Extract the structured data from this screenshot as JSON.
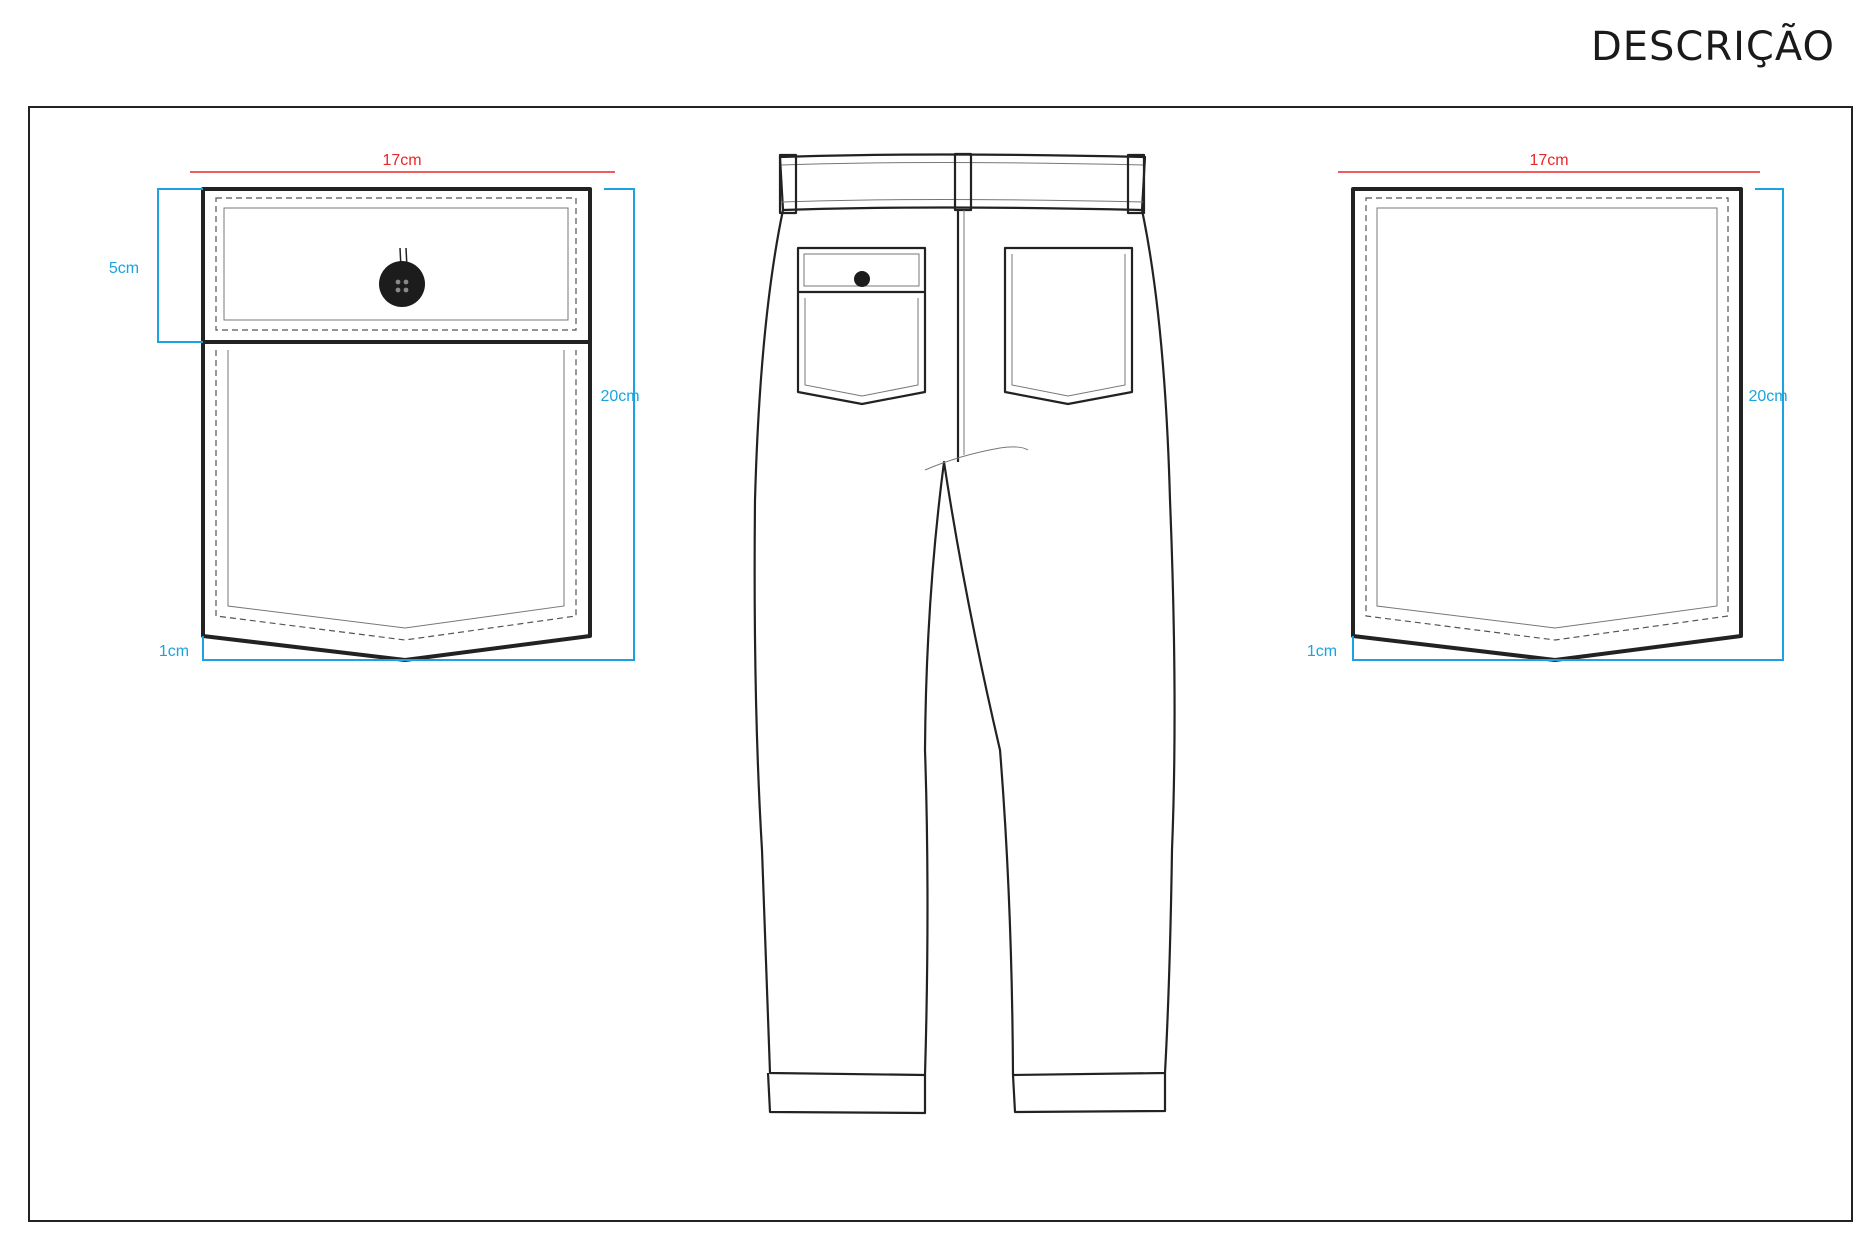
{
  "header": {
    "title": "DESCRIÇÃO"
  },
  "colors": {
    "width_dimension": "#e8262b",
    "height_dimension": "#1aa3e0",
    "outline": "#222222"
  },
  "left_pocket": {
    "width_label": "17cm",
    "flap_label": "5cm",
    "height_label": "20cm",
    "point_label": "1cm",
    "has_flap": true,
    "has_button": true
  },
  "right_pocket": {
    "width_label": "17cm",
    "height_label": "20cm",
    "point_label": "1cm",
    "has_flap": false,
    "has_button": false
  },
  "pants_view": {
    "view": "back",
    "pockets": 2,
    "flap_pockets": 1
  }
}
